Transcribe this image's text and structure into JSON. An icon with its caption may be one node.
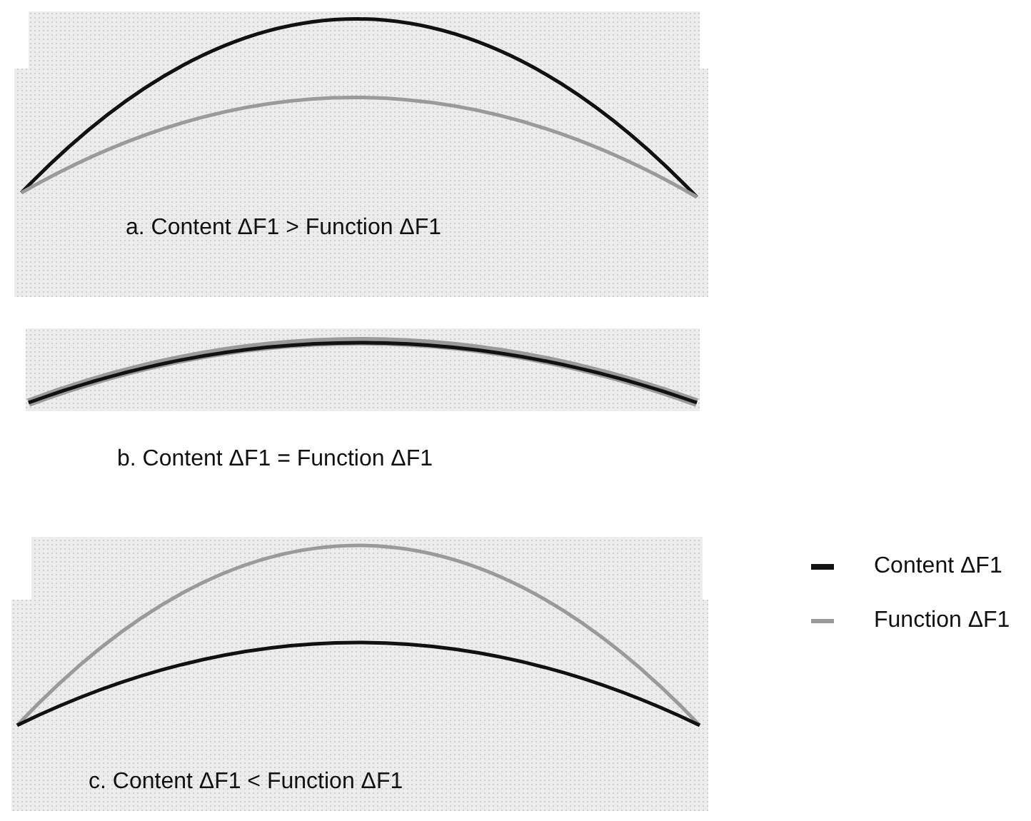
{
  "diagram": {
    "labels": [
      "a. Content ΔF1 > Function ΔF1",
      "b. Content ΔF1 = Function ΔF1",
      "c. Content ΔF1 < Function ΔF1"
    ],
    "legend": [
      {
        "text": "Content ΔF1"
      },
      {
        "text": "Function ΔF1"
      }
    ]
  }
}
